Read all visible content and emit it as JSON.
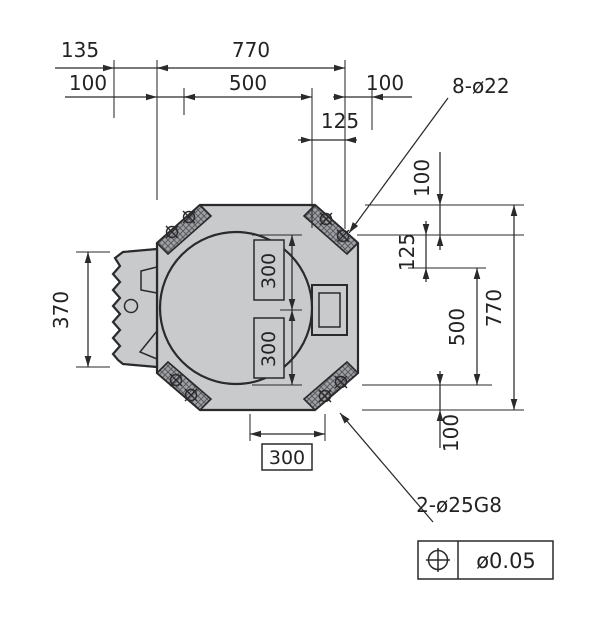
{
  "dims": {
    "top": {
      "d135": "135",
      "d770": "770",
      "d100_left": "100",
      "d500": "500",
      "d100_right": "100",
      "d125": "125"
    },
    "right": {
      "d100_top": "100",
      "d125": "125",
      "d500": "500",
      "d770": "770",
      "d100_bottom": "100"
    },
    "left": {
      "d370": "370"
    },
    "inner": {
      "d300_upper": "300",
      "d300_lower": "300",
      "d300_bottom": "300"
    }
  },
  "callouts": {
    "bolt_holes": "8-ø22",
    "dowel_holes": "2-ø25G8",
    "tolerance": {
      "symbol_icon": "position-tolerance-icon",
      "value": "ø0.05"
    }
  },
  "colors": {
    "line": "#2a2a2c",
    "plate_fill": "#c9cacb",
    "pad_fill": "#9fa1a5",
    "hatch_line": "#5a5b60",
    "background": "#ffffff"
  }
}
